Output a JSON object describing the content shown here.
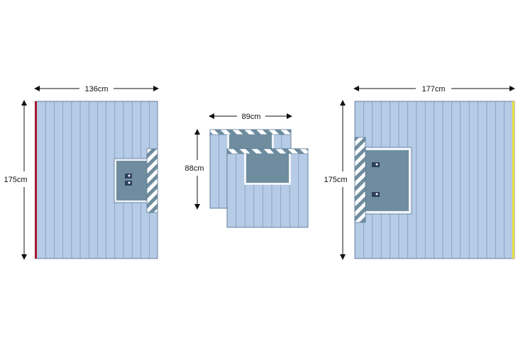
{
  "colors": {
    "panel_fill": "#b5cbe6",
    "panel_stroke": "#5a7a9a",
    "window_fill": "#6f8d9e",
    "window_border": "#f0f4f8",
    "hazard_dark": "#6f8d9e",
    "hazard_light": "#ffffff",
    "left_edge_strip": "#a01830",
    "right_edge_strip": "#e8e040",
    "arrow": "#111111",
    "hardware": "#2e3f5c"
  },
  "panels": {
    "left": {
      "width_label": "136cm",
      "height_label": "175cm"
    },
    "middle": {
      "width_label": "89cm",
      "height_label": "88cm"
    },
    "right": {
      "width_label": "177cm",
      "height_label": "175cm"
    }
  }
}
